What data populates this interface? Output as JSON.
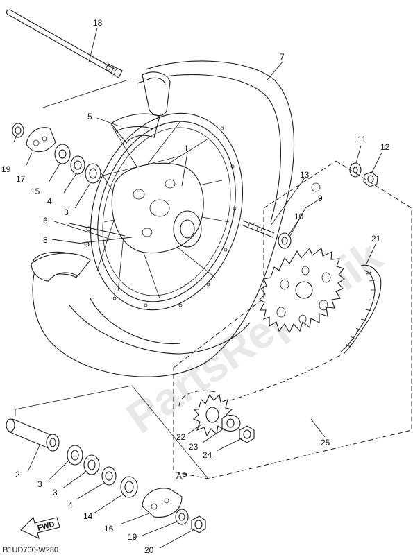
{
  "diagram": {
    "code": "B1UD700-W280",
    "fwd_label": "FWD",
    "ap_label": "AP",
    "watermark": "PartsRepublik",
    "callouts": {
      "c1": "1",
      "c2": "2",
      "c3a": "3",
      "c3b": "3",
      "c3c": "3",
      "c4a": "4",
      "c4b": "4",
      "c5": "5",
      "c6": "6",
      "c7": "7",
      "c8": "8",
      "c9": "9",
      "c10": "10",
      "c11": "11",
      "c12": "12",
      "c13": "13",
      "c14": "14",
      "c15": "15",
      "c16": "16",
      "c17": "17",
      "c18": "18",
      "c19a": "19",
      "c19b": "19",
      "c20": "20",
      "c21": "21",
      "c22": "22",
      "c23": "23",
      "c24": "24",
      "c25": "25"
    }
  }
}
